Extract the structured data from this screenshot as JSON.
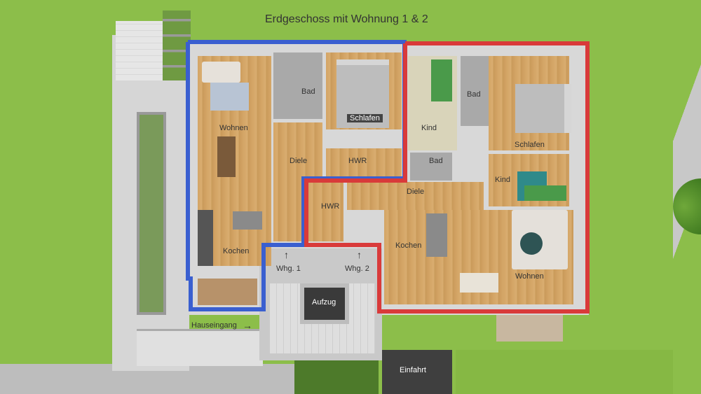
{
  "title": "Erdgeschoss mit Wohnung 1 & 2",
  "colors": {
    "wohnung1_border": "#3a5fd0",
    "wohnung2_border": "#d93a3a",
    "lawn": "#8cbe4a",
    "parquet": "#d4a566",
    "tiles": "#a9a9a9",
    "walls": "#d8d8d8",
    "paving": "#cfcfcf"
  },
  "rooms": {
    "w1_wohnen": "Wohnen",
    "w1_bad": "Bad",
    "w1_schlafen": "Schlafen",
    "w1_diele": "Diele",
    "w1_hwr": "HWR",
    "w1_kochen": "Kochen",
    "w2_kind_top": "Kind",
    "w2_bad": "Bad",
    "w2_schlafen": "Schlafen",
    "w2_bad_small": "Bad",
    "w2_kind_mid": "Kind",
    "w2_diele": "Diele",
    "w2_hwr": "HWR",
    "w2_kochen": "Kochen",
    "w2_wohnen": "Wohnen"
  },
  "entrances": {
    "whg1": "Whg. 1",
    "whg2": "Whg. 2",
    "arrow_up": "↑",
    "hauseingang": "Hauseingang",
    "arrow_right": "→"
  },
  "aufzug": "Aufzug",
  "einfahrt": "Einfahrt"
}
